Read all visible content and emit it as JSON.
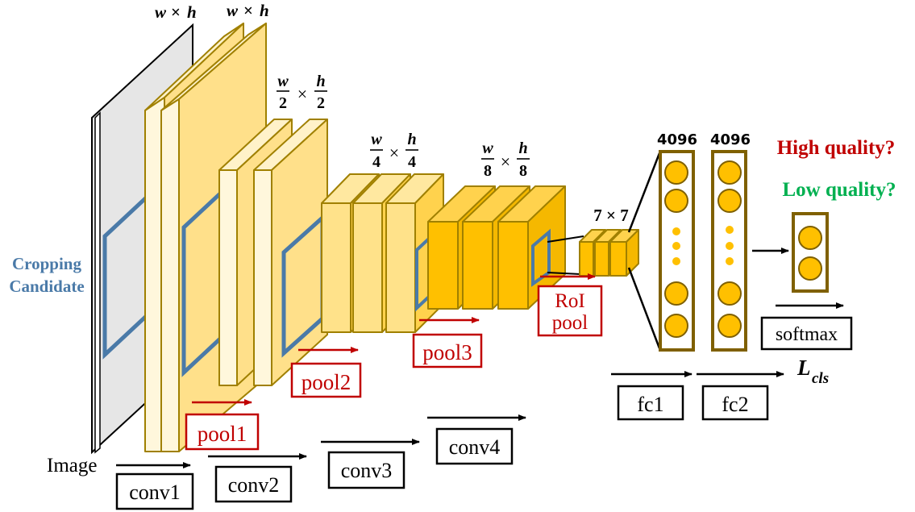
{
  "input": {
    "image_label": "Image",
    "candidate_label_line1": "Cropping",
    "candidate_label_line2": "Candidate"
  },
  "dims": {
    "d1a": {
      "w": "w",
      "op": "×",
      "h": "h"
    },
    "d1b": {
      "w": "w",
      "op": "×",
      "h": "h"
    },
    "d2": {
      "wn": "w",
      "wd": "2",
      "op": "×",
      "hn": "h",
      "hd": "2"
    },
    "d3": {
      "wn": "w",
      "wd": "4",
      "op": "×",
      "hn": "h",
      "hd": "4"
    },
    "d4": {
      "wn": "w",
      "wd": "8",
      "op": "×",
      "hn": "h",
      "hd": "8"
    },
    "roi_size": "7 × 7"
  },
  "layers": {
    "conv1": "conv1",
    "conv2": "conv2",
    "conv3": "conv3",
    "conv4": "conv4",
    "pool1": "pool1",
    "pool2": "pool2",
    "pool3": "pool3",
    "roi_line1": "RoI",
    "roi_line2": "pool",
    "fc1": "fc1",
    "fc2": "fc2",
    "softmax": "softmax"
  },
  "fc": {
    "fc1_size": "4096",
    "fc2_size": "4096"
  },
  "output": {
    "high": "High quality?",
    "low": "Low quality?",
    "loss": "L",
    "loss_sub": "cls"
  },
  "colors": {
    "candidate_box": "#4a7aa8",
    "pool_red": "#c00000",
    "high_quality": "#c00000",
    "low_quality": "#00b050",
    "fc_border": "#7f6000",
    "neuron_fill": "#ffc000"
  }
}
